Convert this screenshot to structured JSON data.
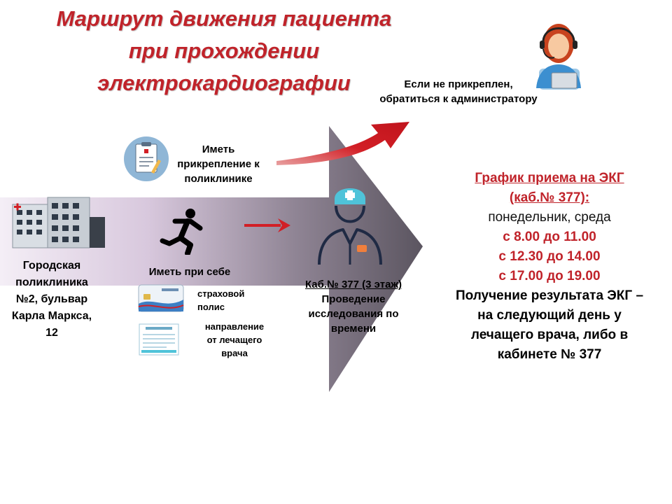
{
  "title": {
    "line1": "Маршрут движения пациента",
    "line2": "при прохождении",
    "line3": "электрокардиографии"
  },
  "admin_note": {
    "line1": "Если не прикреплен,",
    "line2": "обратиться к администратору"
  },
  "attachment": {
    "line1": "Иметь",
    "line2": "прикрепление к",
    "line3": "поликлинике"
  },
  "clinic": {
    "line1": "Городская",
    "line2": "поликлиника",
    "line3": "№2, бульвар",
    "line4": "Карла Маркса,",
    "line5": "12"
  },
  "bring": {
    "heading": "Иметь при себе",
    "insurance_line1": "страховой",
    "insurance_line2": "полис",
    "referral_line1": "направление",
    "referral_line2": "от лечащего",
    "referral_line3": "врача"
  },
  "room": {
    "line1": "Каб.№ 377 (3 этаж)",
    "line2": "Проведение",
    "line3": "исследования по",
    "line4": "времени"
  },
  "schedule": {
    "heading1": "График приема на ЭКГ",
    "heading2": "(каб.№ 377):",
    "days": "понедельник, среда",
    "time1": "с 8.00 до 11.00",
    "time2": "с 12.30 до 14.00",
    "time3": "с 17.00 до 19.00",
    "result1": "Получение результата ЭКГ –",
    "result2": "на следующий день у",
    "result3": "лечащего врача, либо в",
    "result4": "кабинете № 377"
  },
  "colors": {
    "accent_red": "#c0232a",
    "arrow_dark": "#5b5560",
    "arrow_light": "#e6dcea",
    "icon_navy": "#1f2a44",
    "icon_teal": "#4fc3d9"
  },
  "icons": [
    "clinic-building-icon",
    "clipboard-icon",
    "running-person-icon",
    "doctor-icon",
    "administrator-icon",
    "insurance-card-icon",
    "referral-document-icon",
    "red-arrow-icon",
    "curved-red-arrow-icon"
  ]
}
